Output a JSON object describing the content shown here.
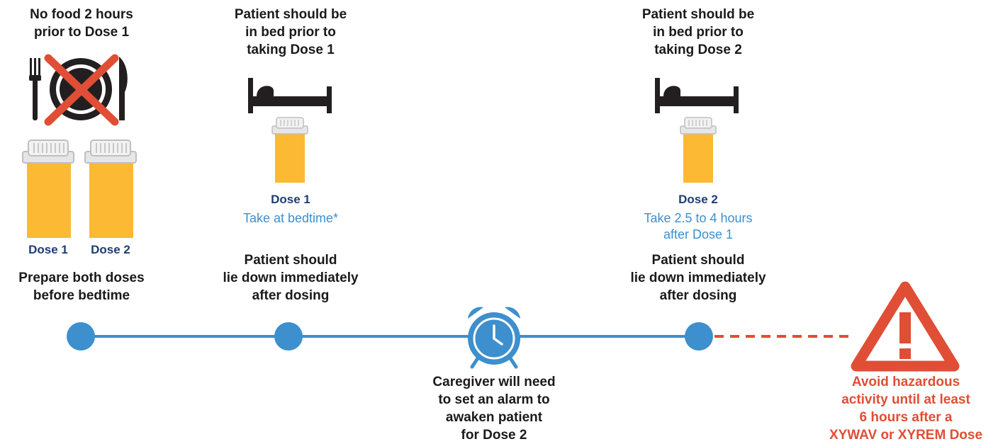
{
  "step1": {
    "no_food": "No food 2 hours\nprior to Dose 1",
    "bottle_label_1": "Dose 1",
    "bottle_label_2": "Dose 2",
    "prepare": "Prepare both doses\nbefore bedtime"
  },
  "step2": {
    "bed_text": "Patient should be\nin bed prior to\ntaking Dose 1",
    "dose_label": "Dose 1",
    "dose_timing": "Take at bedtime*",
    "lie_down": "Patient should\nlie down immediately\nafter dosing"
  },
  "step3": {
    "alarm_text": "Caregiver will need\nto set an alarm to\nawaken patient\nfor Dose 2"
  },
  "step4": {
    "bed_text": "Patient should be\nin bed prior to\ntaking Dose 2",
    "dose_label": "Dose 2",
    "dose_timing": "Take 2.5 to 4 hours\nafter Dose 1",
    "lie_down": "Patient should\nlie down immediately\nafter dosing"
  },
  "warning": {
    "text": "Avoid hazardous\nactivity until at least\n6 hours after a\nXYWAV or XYREM Dose"
  },
  "icons": [
    "no-food-icon",
    "pill-bottle-icon",
    "bed-icon",
    "alarm-clock-icon",
    "warning-icon"
  ],
  "colors": {
    "timeline": "#3d8fcd",
    "warning": "#e04e35",
    "bottle": "#fbb934",
    "bed": "#231f20",
    "navy": "#1f3d73"
  }
}
